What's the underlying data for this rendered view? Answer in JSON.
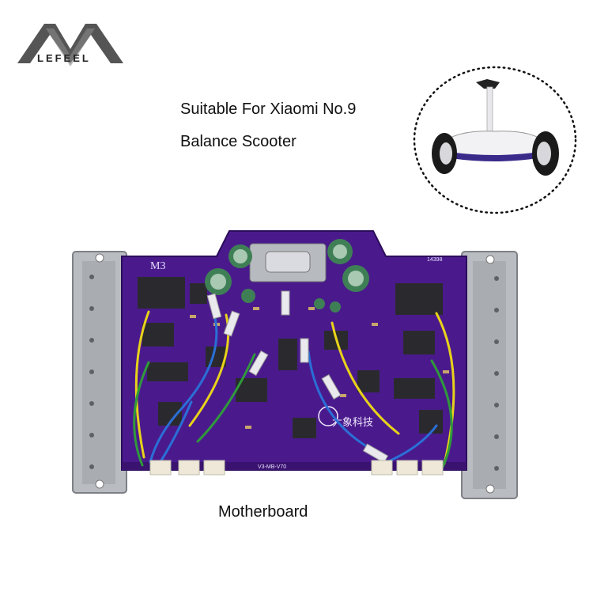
{
  "logo": {
    "brand": "LEFEEL"
  },
  "captions": {
    "line1": "Suitable For Xiaomi No.9",
    "line2": "Balance Scooter"
  },
  "product": {
    "label": "Motherboard"
  },
  "board_marks": {
    "model": "M3",
    "code": "14398",
    "part": "V3-MB-V70",
    "maker": "大象科技"
  },
  "colors": {
    "pcb": "#4a1a8c",
    "metal": "#b9bcc0",
    "wire_yellow": "#e8d21a",
    "wire_blue": "#2a6fd6",
    "wire_green": "#2f9a3a"
  }
}
